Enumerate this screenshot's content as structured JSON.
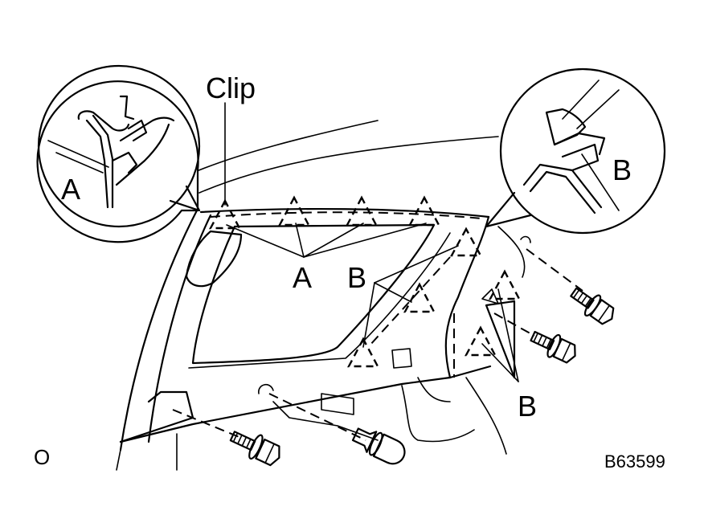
{
  "labels": {
    "clip": "Clip",
    "callout_left": "A",
    "callout_right": "B",
    "group_a": "A",
    "group_b_upper": "B",
    "group_b_lower": "B",
    "corner_mark": "O",
    "figure_code": "B63599"
  }
}
